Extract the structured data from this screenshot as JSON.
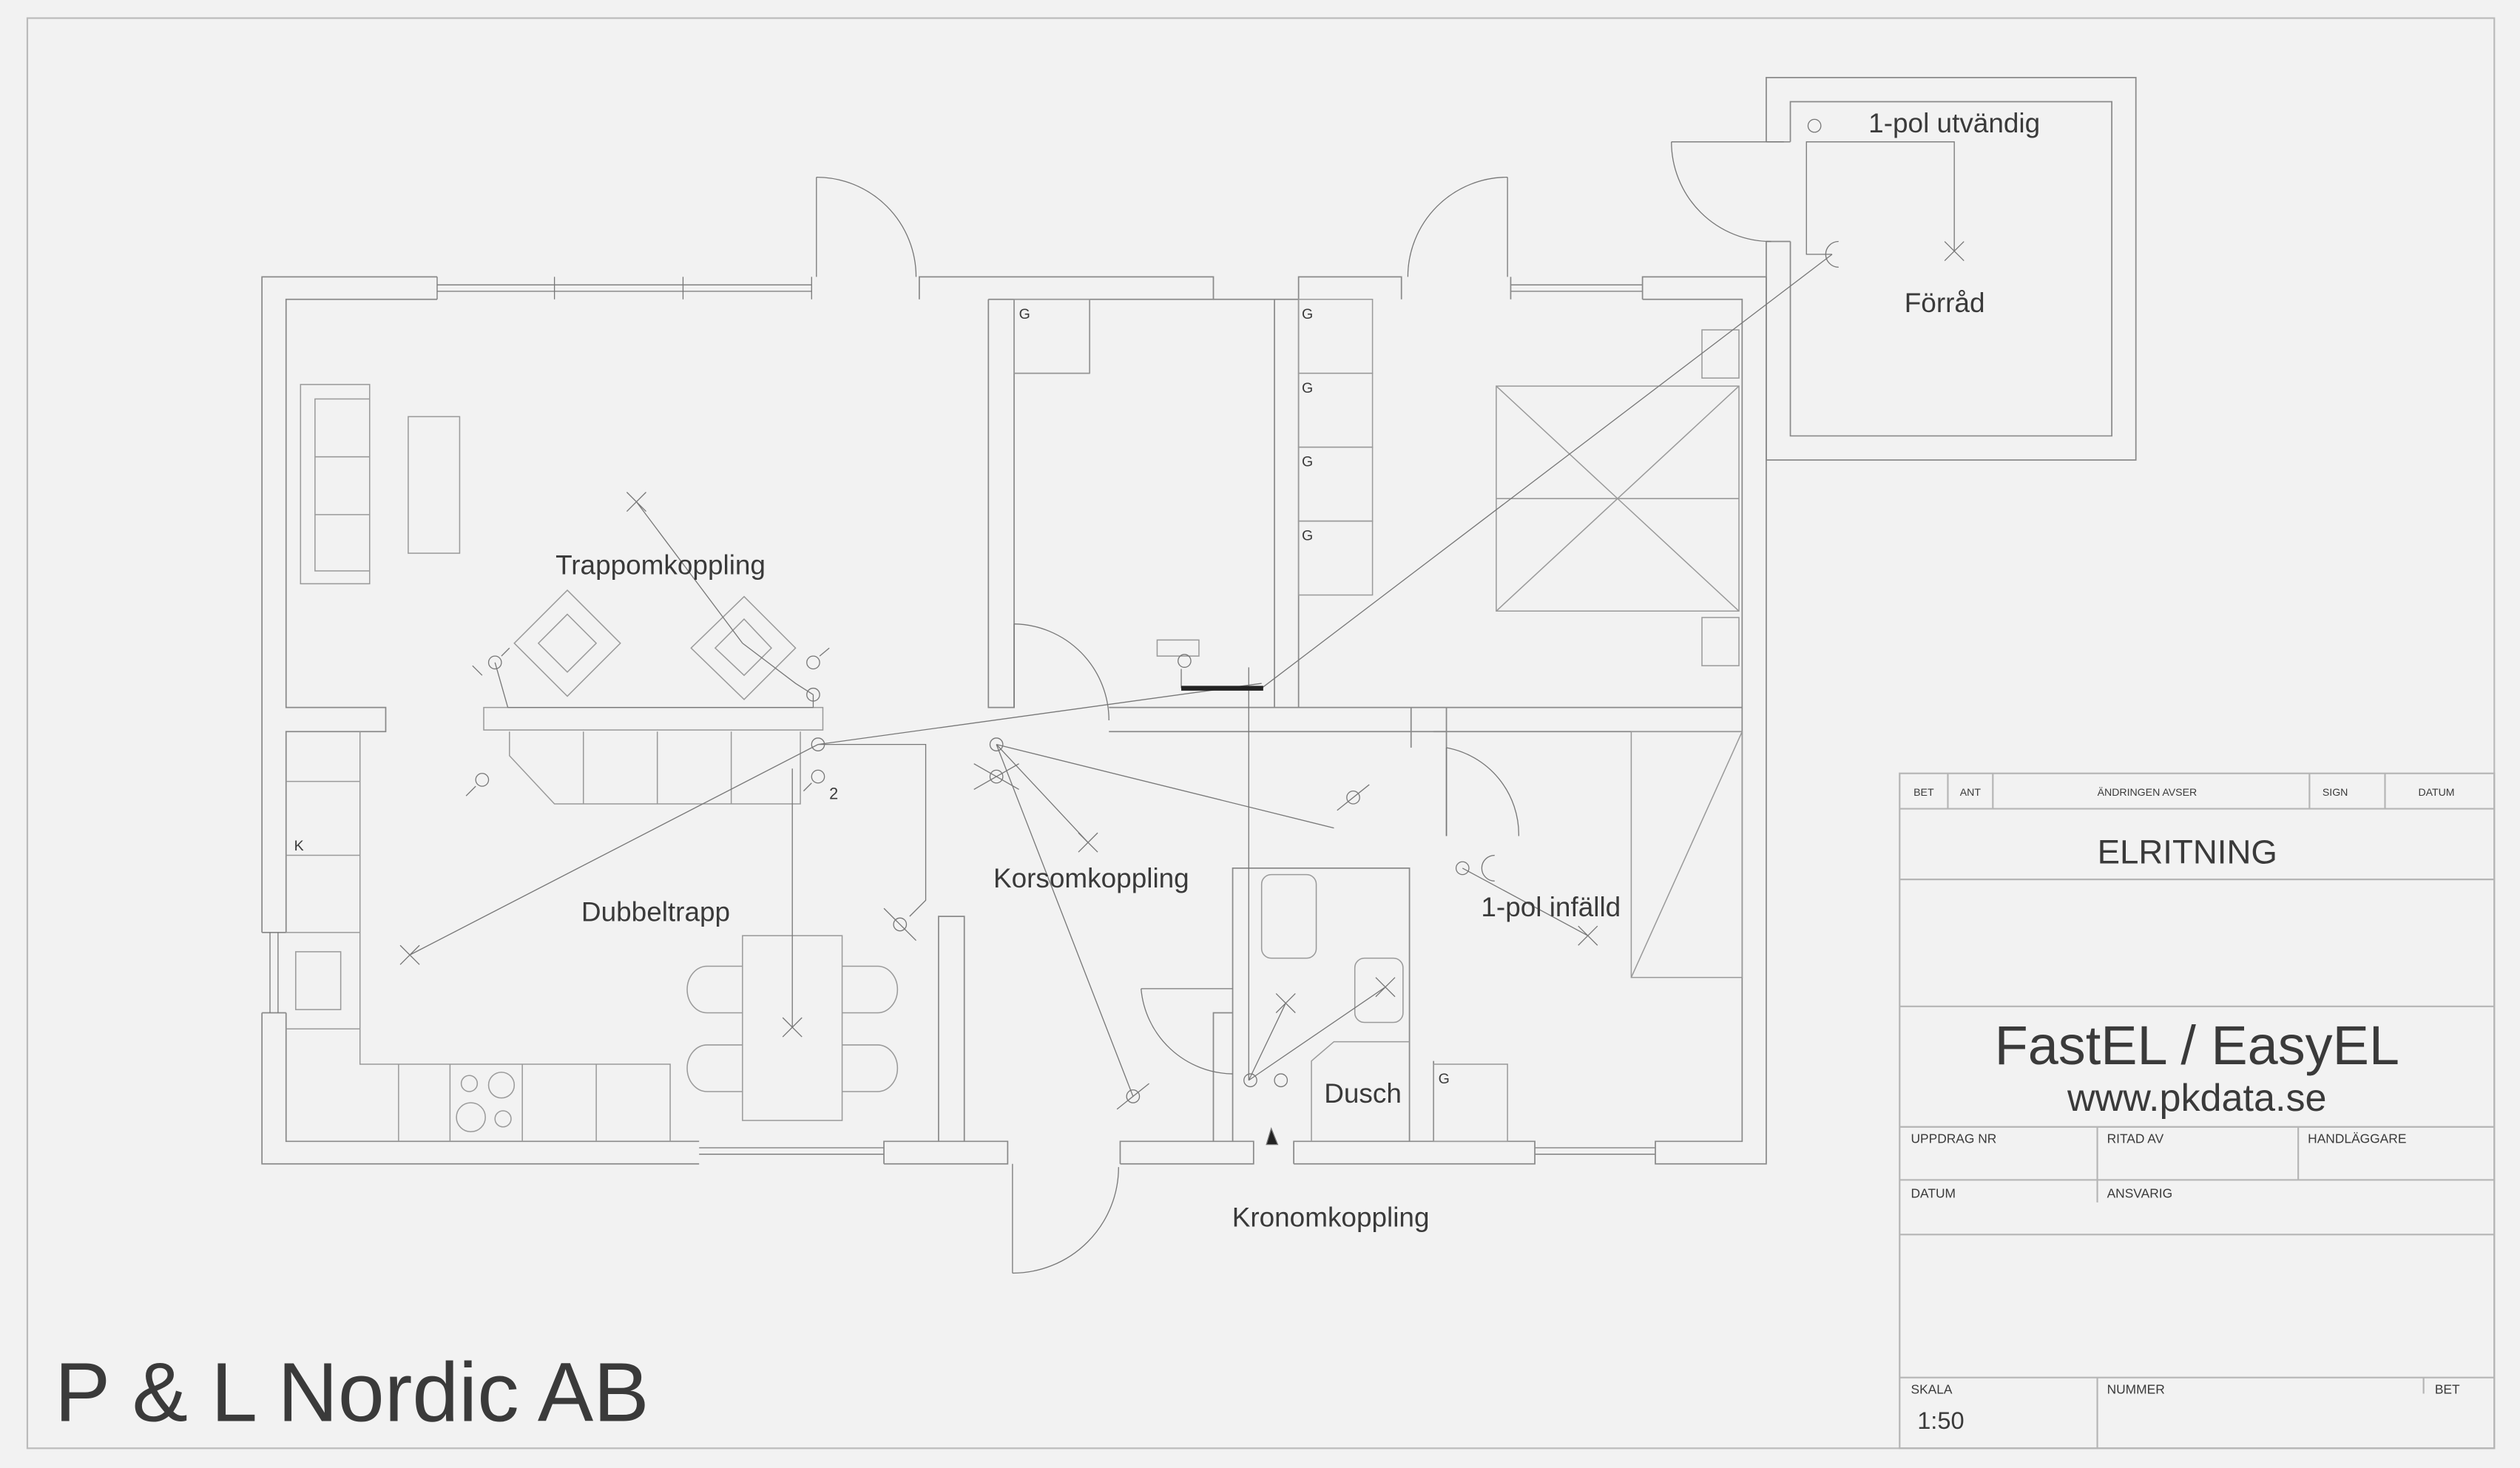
{
  "company": "P & L Nordic AB",
  "rooms": {
    "storage": "Förråd",
    "bathroom": "Dusch"
  },
  "labels": {
    "outdoor_switch": "1-pol utvändig",
    "stair_switch": "Trappomkoppling",
    "double_stair": "Dubbeltrapp",
    "cross_switch": "Korsomkoppling",
    "recessed_switch": "1-pol infälld",
    "crown_switch": "Kronomkoppling",
    "switch_count": "2",
    "kitchen_mark": "K",
    "wardrobe_mark": "G"
  },
  "title_block": {
    "rev_headers": [
      "BET",
      "ANT",
      "ÄNDRINGEN AVSER",
      "SIGN",
      "DATUM"
    ],
    "title": "ELRITNING",
    "product": "FastEL / EasyEL",
    "website": "www.pkdata.se",
    "assignment_label": "UPPDRAG NR",
    "drawn_by_label": "RITAD AV",
    "handler_label": "HANDLÄGGARE",
    "date_label": "DATUM",
    "responsible_label": "ANSVARIG",
    "scale_label": "SKALA",
    "scale_value": "1:50",
    "number_label": "NUMMER",
    "bet_label": "BET"
  }
}
